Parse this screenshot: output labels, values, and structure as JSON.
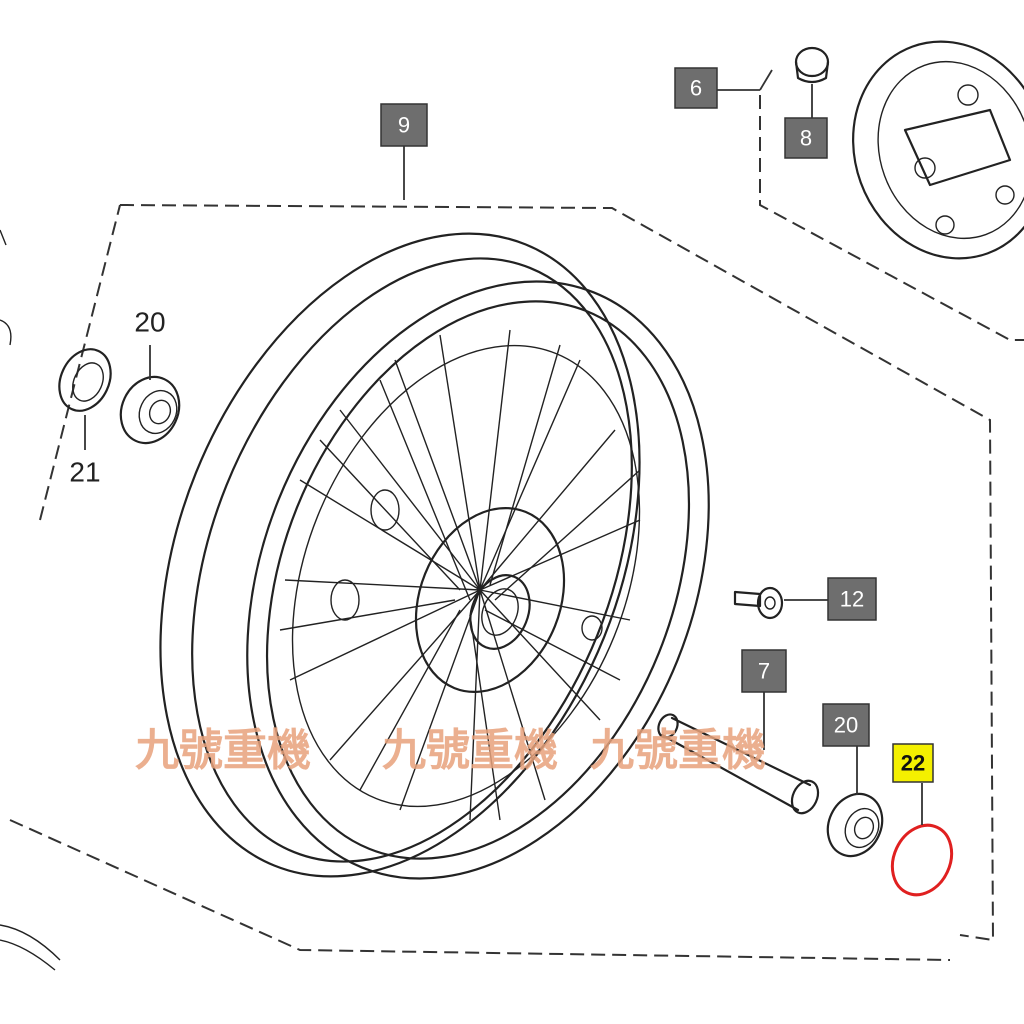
{
  "callouts": {
    "wheel": "9",
    "hub_assy": "6",
    "hub_nut": "8",
    "bearing_left": "20",
    "seal_left": "21",
    "bolt": "12",
    "collar": "7",
    "bearing_right": "20",
    "oring": "22"
  },
  "watermark": [
    "九號重機",
    "九號重機",
    "九號重機"
  ],
  "colors": {
    "highlight_box": "#f4f000",
    "highlight_part": "#e02020",
    "label_box": "#6e6e6e",
    "watermark": "#e8a27c"
  }
}
